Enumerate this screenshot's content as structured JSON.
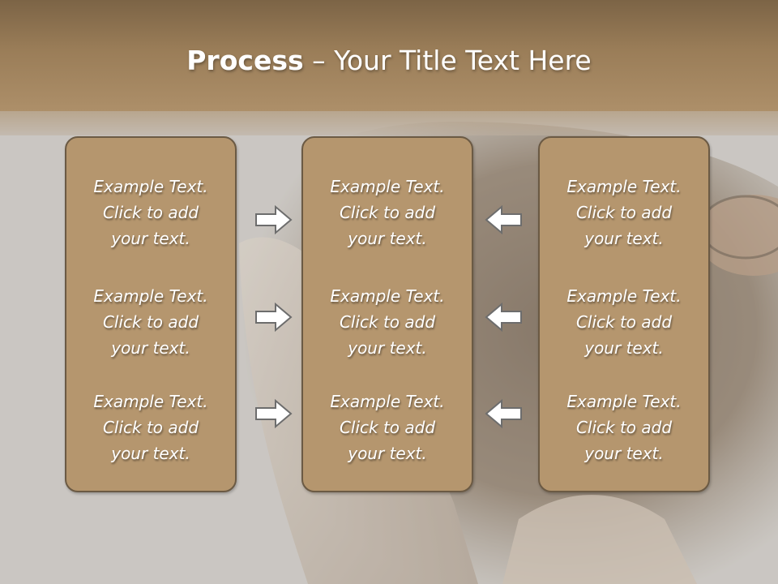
{
  "slide": {
    "title_bold": "Process",
    "title_rest": " – Your Title Text Here",
    "columns": [
      {
        "items": [
          {
            "line1": "Example Text.",
            "line2": "Click  to add",
            "line3": "your text."
          },
          {
            "line1": "Example Text.",
            "line2": "Click  to add",
            "line3": "your text."
          },
          {
            "line1": "Example Text.",
            "line2": "Click  to add",
            "line3": "your text."
          }
        ]
      },
      {
        "items": [
          {
            "line1": "Example Text.",
            "line2": "Click  to add",
            "line3": "your text."
          },
          {
            "line1": "Example Text.",
            "line2": "Click  to add",
            "line3": "your text."
          },
          {
            "line1": "Example Text.",
            "line2": "Click  to add",
            "line3": "your text."
          }
        ]
      },
      {
        "items": [
          {
            "line1": "Example Text.",
            "line2": "Click  to add",
            "line3": "your text."
          },
          {
            "line1": "Example Text.",
            "line2": "Click  to add",
            "line3": "your text."
          },
          {
            "line1": "Example Text.",
            "line2": "Click  to add",
            "line3": "your text."
          }
        ]
      }
    ],
    "arrows": {
      "left_group_direction": "right",
      "right_group_direction": "left"
    }
  },
  "colors": {
    "title_bar": "#9a7d58",
    "box_fill": "#b5966e",
    "box_border": "#6b5a44",
    "arrow_fill": "#ffffff",
    "arrow_stroke": "#6d6d6d",
    "text": "#ffffff"
  }
}
